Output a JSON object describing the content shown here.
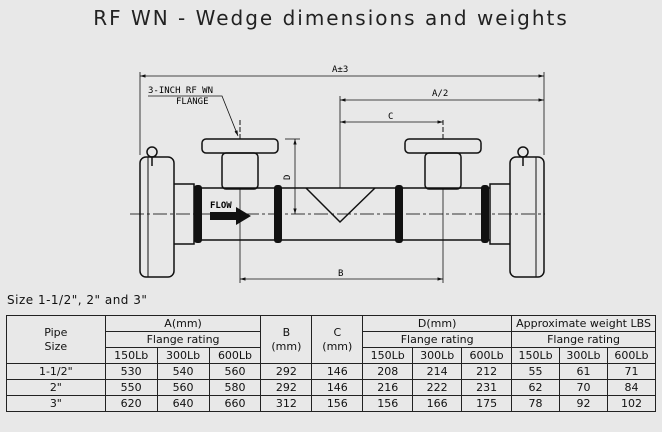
{
  "title": "RF WN - Wedge dimensions and weights",
  "drawing": {
    "callout": [
      "3-INCH RF WN",
      "FLANGE"
    ],
    "flow_label": "FLOW",
    "dim_A": "A±3",
    "dim_A_half": "A/2",
    "dim_C": "C",
    "dim_D": "D",
    "dim_B": "B"
  },
  "subtitle": "Size 1-1/2\", 2\" and 3\"",
  "table": {
    "pipe_size": [
      "Pipe",
      "Size"
    ],
    "a_group": "A(mm)",
    "flange_rating": "Flange rating",
    "b_header": [
      "B",
      "(mm)"
    ],
    "c_header": [
      "C",
      "(mm)"
    ],
    "d_group": "D(mm)",
    "weight_group": "Approximate weight LBS",
    "ratings": [
      "150Lb",
      "300Lb",
      "600Lb"
    ],
    "rows": [
      {
        "size": "1-1/2\"",
        "a150": "530",
        "a300": "540",
        "a600": "560",
        "b": "292",
        "c": "146",
        "d150": "208",
        "d300": "214",
        "d600": "212",
        "w150": "55",
        "w300": "61",
        "w600": "71"
      },
      {
        "size": "2\"",
        "a150": "550",
        "a300": "560",
        "a600": "580",
        "b": "292",
        "c": "146",
        "d150": "216",
        "d300": "222",
        "d600": "231",
        "w150": "62",
        "w300": "70",
        "w600": "84"
      },
      {
        "size": "3\"",
        "a150": "620",
        "a300": "640",
        "a600": "660",
        "b": "312",
        "c": "156",
        "d150": "156",
        "d300": "166",
        "d600": "175",
        "w150": "78",
        "w300": "92",
        "w600": "102"
      }
    ]
  }
}
